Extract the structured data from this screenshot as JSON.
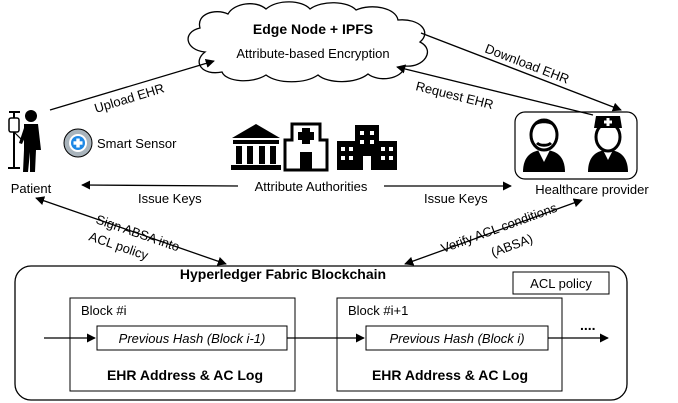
{
  "cloud": {
    "title": "Edge Node + IPFS",
    "subtitle": "Attribute-based Encryption"
  },
  "patient": {
    "label": "Patient"
  },
  "sensor": {
    "label": "Smart Sensor"
  },
  "authorities": {
    "label": "Attribute Authorities"
  },
  "provider": {
    "label": "Healthcare provider"
  },
  "edges": {
    "upload": "Upload EHR",
    "download": "Download EHR",
    "request": "Request EHR",
    "issue_keys_left": "Issue Keys",
    "issue_keys_right": "Issue Keys",
    "sign_line1": "Sign ABSA into",
    "sign_line2": "ACL policy",
    "verify_line1": "Verify ACL conditions",
    "verify_line2": "(ABSA)"
  },
  "blockchain": {
    "title": "Hyperledger Fabric Blockchain",
    "acl_policy": "ACL policy",
    "ellipsis": "....",
    "blocks": [
      {
        "name": "Block #i",
        "prev_hash": "Previous Hash (Block i-1)",
        "content": "EHR Address & AC Log"
      },
      {
        "name": "Block #i+1",
        "prev_hash": "Previous Hash (Block i)",
        "content": "EHR Address & AC Log"
      }
    ]
  },
  "icons": {
    "cloud": "cloud-icon",
    "patient": "patient-iv-drip-icon",
    "sensor": "medical-sensor-icon",
    "bank": "government-building-icon",
    "hospital": "hospital-icon",
    "building": "office-building-icon",
    "doctor": "doctor-icon",
    "nurse": "nurse-icon"
  },
  "colors": {
    "sensor_ring": "#a9b4bc",
    "sensor_inner": "#1e88e5"
  }
}
